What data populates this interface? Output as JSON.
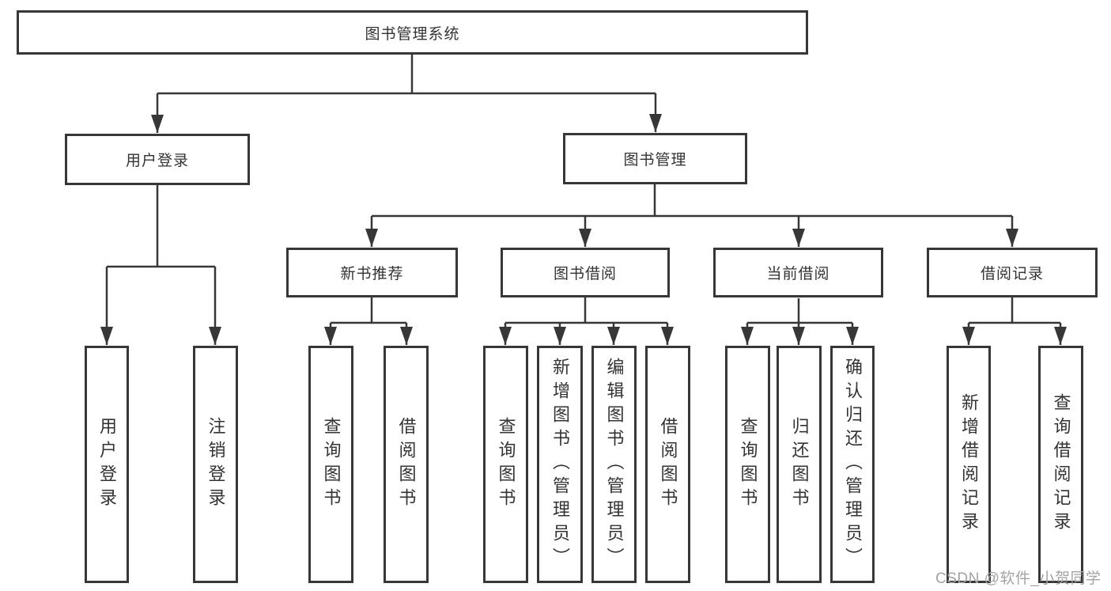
{
  "watermark": "CSDN @软件_小贺同学",
  "tree": {
    "root": "图书管理系统",
    "branches": [
      {
        "label": "用户登录",
        "children": [
          {
            "label": "用户登录"
          },
          {
            "label": "注销登录"
          }
        ]
      },
      {
        "label": "图书管理",
        "children": [
          {
            "label": "新书推荐",
            "children": [
              {
                "label": "查询图书"
              },
              {
                "label": "借阅图书"
              }
            ]
          },
          {
            "label": "图书借阅",
            "children": [
              {
                "label": "查询图书"
              },
              {
                "label": "新增图书（管理员）"
              },
              {
                "label": "编辑图书（管理员）"
              },
              {
                "label": "借阅图书"
              }
            ]
          },
          {
            "label": "当前借阅",
            "children": [
              {
                "label": "查询图书"
              },
              {
                "label": "归还图书"
              },
              {
                "label": "确认归还（管理员）"
              }
            ]
          },
          {
            "label": "借阅记录",
            "children": [
              {
                "label": "新增借阅记录"
              },
              {
                "label": "查询借阅记录"
              }
            ]
          }
        ]
      }
    ]
  },
  "colors": {
    "line": "#373737",
    "text": "#333333",
    "watermark": "#a3a3a3",
    "background": "#ffffff"
  }
}
